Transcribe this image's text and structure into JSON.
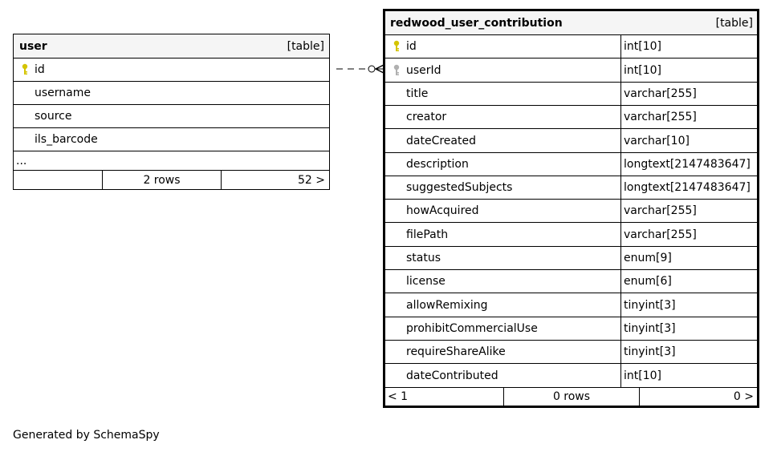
{
  "user_table": {
    "name": "user",
    "kind": "[table]",
    "columns": [
      {
        "name": "id",
        "key": "primary"
      },
      {
        "name": "username",
        "key": ""
      },
      {
        "name": "source",
        "key": ""
      },
      {
        "name": "ils_barcode",
        "key": ""
      }
    ],
    "ellipsis": "...",
    "footer": {
      "left": "",
      "center": "2 rows",
      "right": "52 >"
    }
  },
  "contribution_table": {
    "name": "redwood_user_contribution",
    "kind": "[table]",
    "columns": [
      {
        "name": "id",
        "type": "int[10]",
        "key": "primary"
      },
      {
        "name": "userId",
        "type": "int[10]",
        "key": "foreign"
      },
      {
        "name": "title",
        "type": "varchar[255]",
        "key": ""
      },
      {
        "name": "creator",
        "type": "varchar[255]",
        "key": ""
      },
      {
        "name": "dateCreated",
        "type": "varchar[10]",
        "key": ""
      },
      {
        "name": "description",
        "type": "longtext[2147483647]",
        "key": ""
      },
      {
        "name": "suggestedSubjects",
        "type": "longtext[2147483647]",
        "key": ""
      },
      {
        "name": "howAcquired",
        "type": "varchar[255]",
        "key": ""
      },
      {
        "name": "filePath",
        "type": "varchar[255]",
        "key": ""
      },
      {
        "name": "status",
        "type": "enum[9]",
        "key": ""
      },
      {
        "name": "license",
        "type": "enum[6]",
        "key": ""
      },
      {
        "name": "allowRemixing",
        "type": "tinyint[3]",
        "key": ""
      },
      {
        "name": "prohibitCommercialUse",
        "type": "tinyint[3]",
        "key": ""
      },
      {
        "name": "requireShareAlike",
        "type": "tinyint[3]",
        "key": ""
      },
      {
        "name": "dateContributed",
        "type": "int[10]",
        "key": ""
      }
    ],
    "footer": {
      "left": "< 1",
      "center": "0 rows",
      "right": "0 >"
    }
  },
  "relationship": {
    "from": "user.id",
    "to": "redwood_user_contribution.userId",
    "style": "dashed"
  },
  "colors": {
    "primary_key": "#d4c400",
    "foreign_key": "#b0b0b0",
    "header_bg": "#f5f5f5",
    "border": "#000000"
  },
  "footer_text": "Generated by SchemaSpy"
}
